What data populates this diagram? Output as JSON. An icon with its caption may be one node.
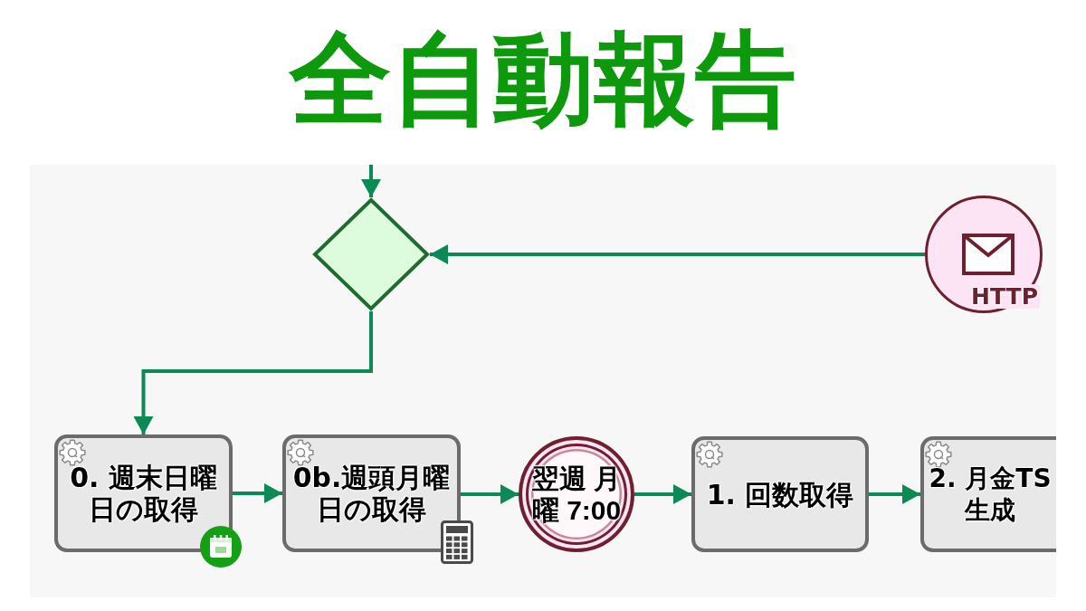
{
  "diagram": {
    "title": "全自動報告",
    "nodes": [
      {
        "text": [],
        "shape": "diamond"
      },
      {
        "text": [
          "HTTP"
        ]
      },
      {
        "text": [
          "0. 週末日曜日の取得"
        ]
      },
      {
        "text": [
          "0b.週頭月曜日の取得"
        ]
      },
      {
        "text": [
          "翌週 月曜 7:00"
        ]
      },
      {
        "text": [
          "1. 回数取得"
        ]
      },
      {
        "text": [
          "2. 月金TS生成"
        ]
      }
    ],
    "edges": [
      {
        "from": null,
        "to": 0,
        "arrow": "to"
      },
      {
        "from": 1,
        "to": 0,
        "arrow": "to"
      },
      {
        "from": 0,
        "to": 2,
        "arrow": "to"
      },
      {
        "from": 2,
        "to": 3,
        "arrow": "to"
      },
      {
        "from": 3,
        "to": 4,
        "arrow": "to"
      },
      {
        "from": 4,
        "to": 5,
        "arrow": "to"
      },
      {
        "from": 5,
        "to": 6,
        "arrow": "to"
      }
    ]
  }
}
